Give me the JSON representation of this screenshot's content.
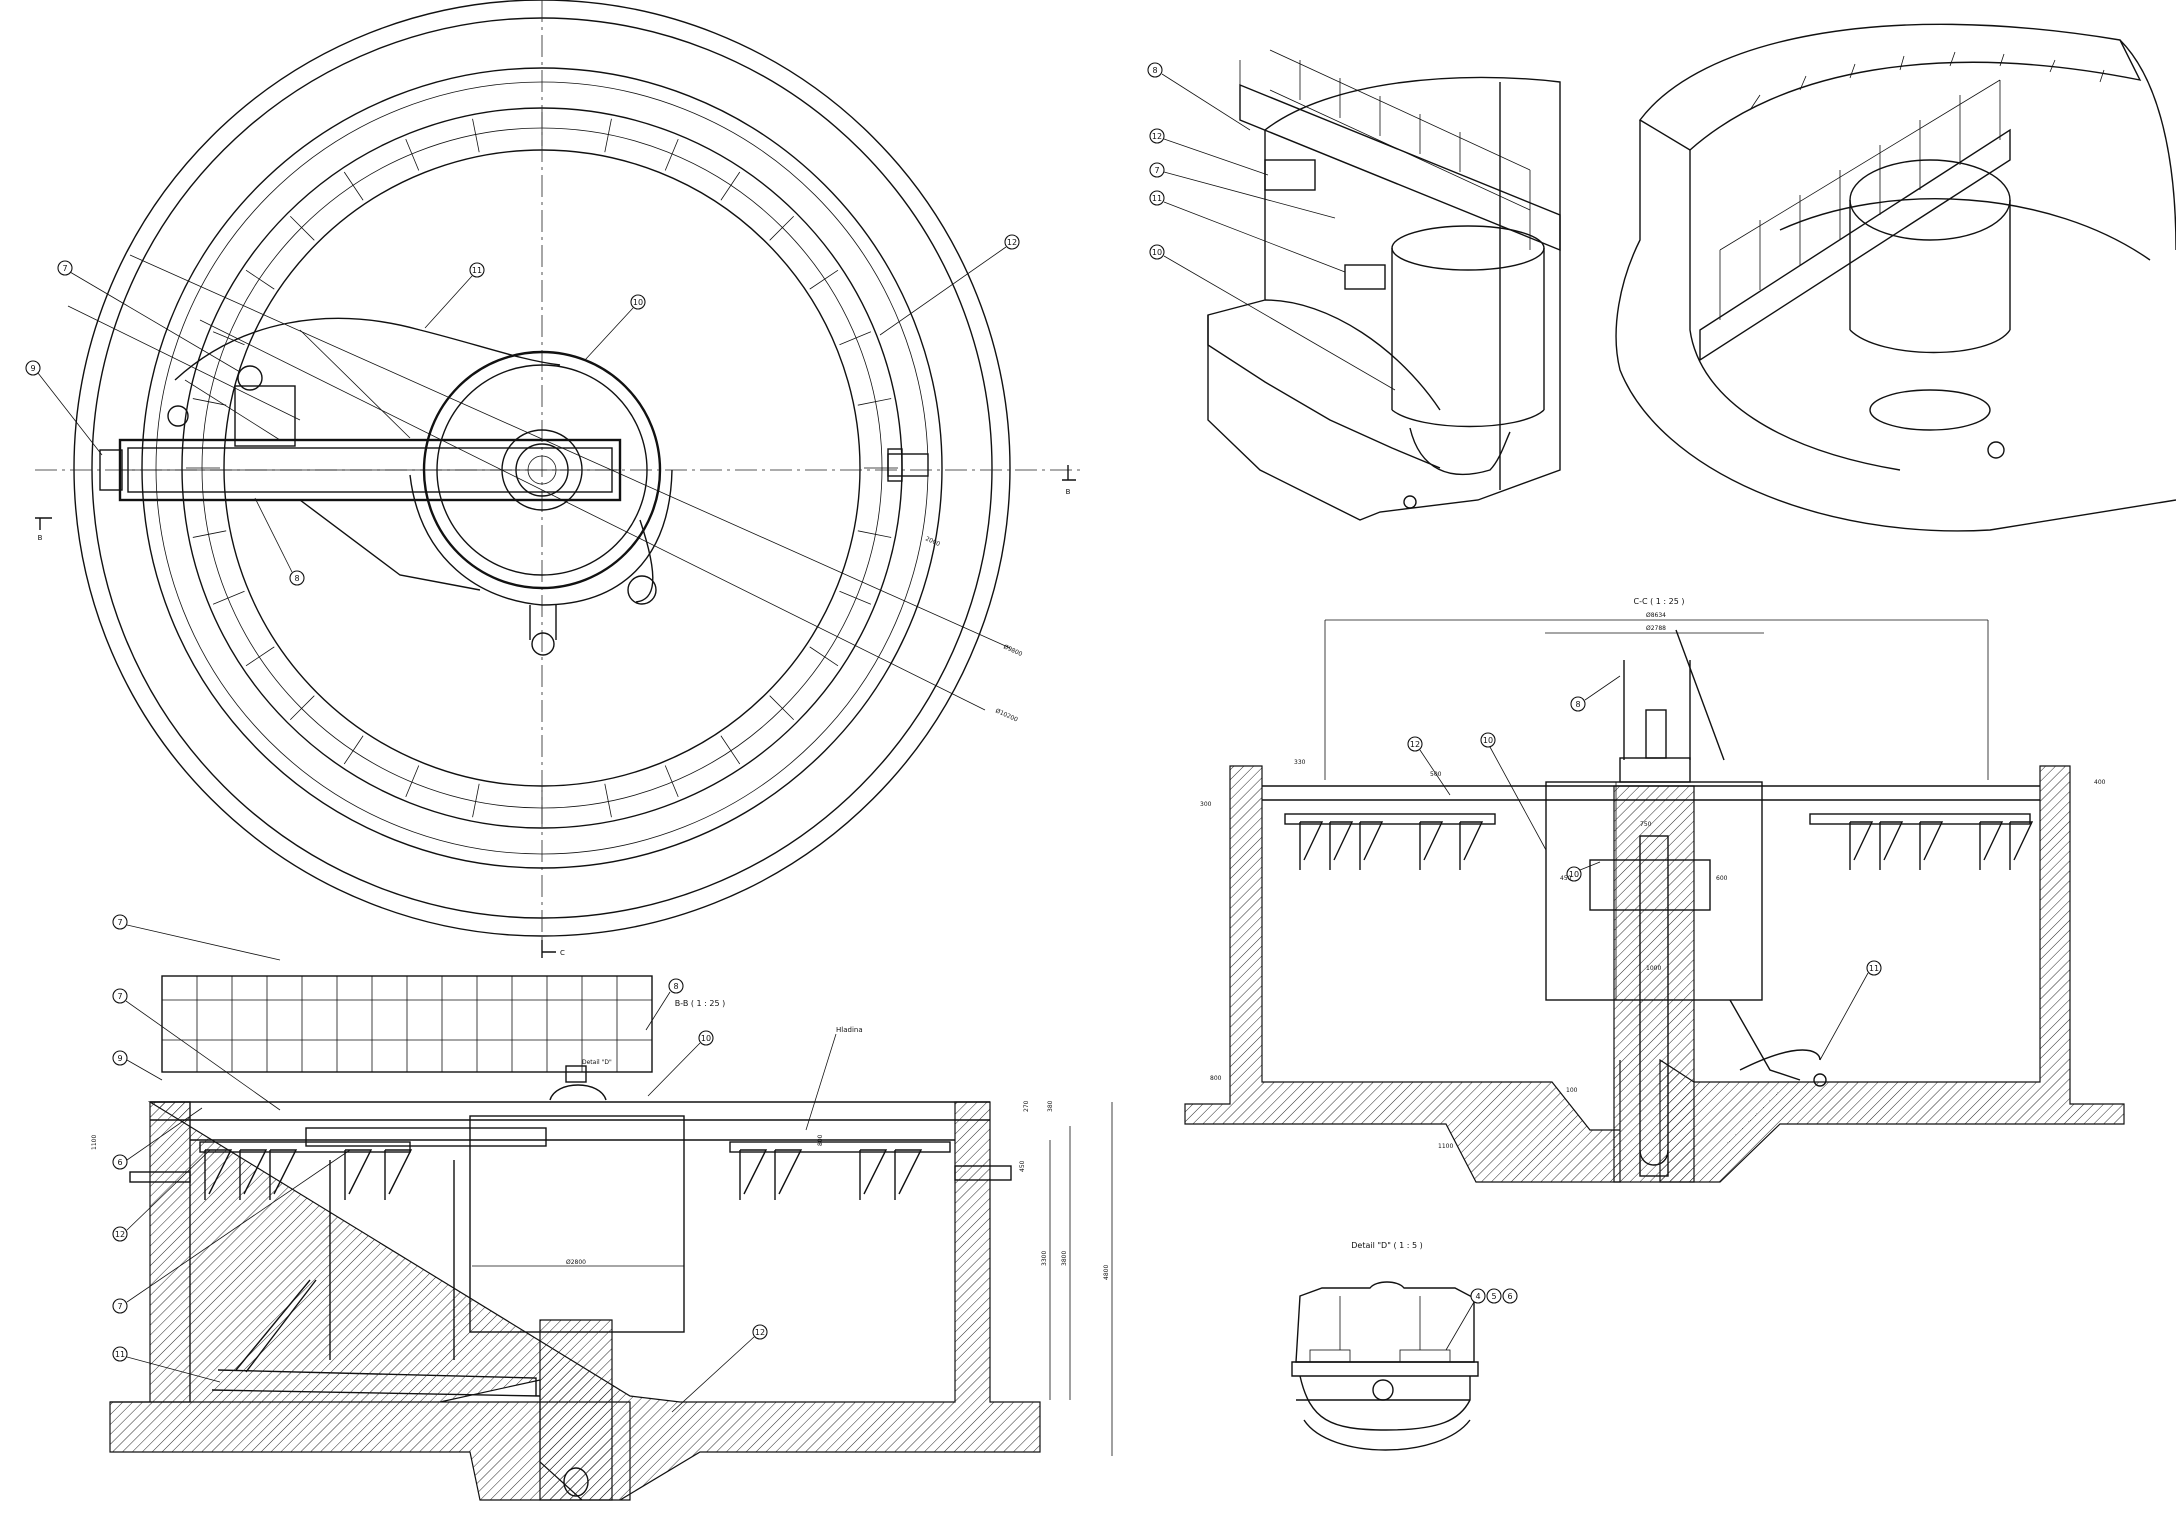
{
  "views": {
    "plan": {
      "section_mark_b": "B",
      "section_mark_c": "C"
    },
    "section_b": {
      "title": "B-B ( 1 : 25 )",
      "note_label": "Hladina",
      "detail_label": "Detail \"D\""
    },
    "section_c": {
      "title": "C-C ( 1 : 25 )",
      "dim_outer": "Ø8634",
      "dim_inner": "Ø2788"
    },
    "detail_d": {
      "title": "Detail \"D\" ( 1 : 5 )"
    }
  },
  "balloons": {
    "plan": [
      "7",
      "9",
      "8",
      "11",
      "10",
      "12"
    ],
    "iso_left": [
      "8",
      "12",
      "7",
      "11",
      "10"
    ],
    "section_b": [
      "7",
      "7",
      "9",
      "6",
      "12",
      "7",
      "11",
      "8",
      "10",
      "12"
    ],
    "section_c": [
      "8",
      "12",
      "10",
      "10",
      "11"
    ],
    "detail_d": [
      "4",
      "5",
      "6"
    ]
  },
  "dimensions": {
    "plan": [
      "Ø9800",
      "Ø10200",
      "2000"
    ],
    "section_b": [
      "Ø2800",
      "4800",
      "3800",
      "3300",
      "800",
      "1100",
      "270",
      "380",
      "450"
    ],
    "section_c": [
      "330",
      "300",
      "500",
      "400",
      "750",
      "800",
      "1000",
      "1100",
      "450",
      "600",
      "100"
    ]
  },
  "colors": {
    "ink": "#111111",
    "paper": "#ffffff"
  }
}
